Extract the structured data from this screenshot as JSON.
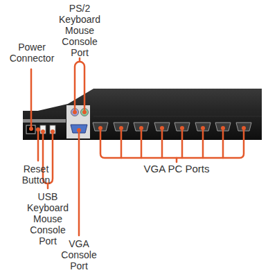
{
  "diagram": {
    "labels": [
      "PS/2 Keyboard Mouse Console Port",
      "Power Connector",
      "Reset Button",
      "USB Keyboard Mouse Console Port",
      "VGA Console Port",
      "VGA PC Ports"
    ]
  }
}
